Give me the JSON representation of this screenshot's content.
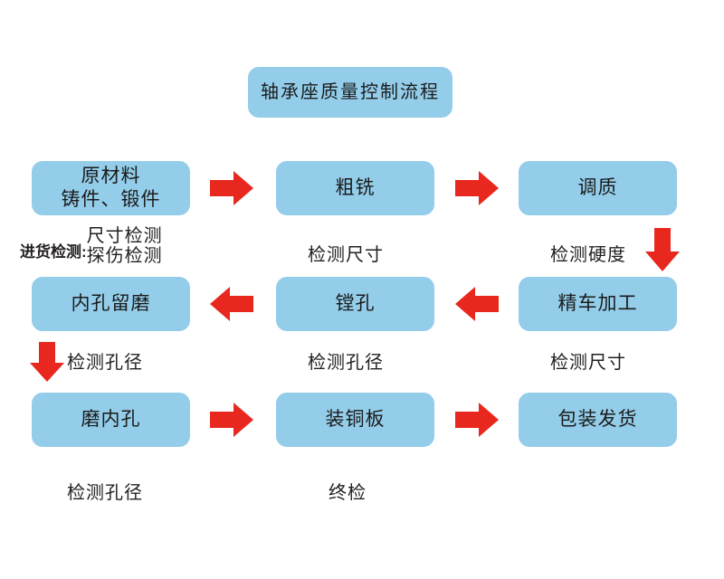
{
  "diagram": {
    "title": "轴承座质量控制流程",
    "accent_box_color": "#93cde9",
    "accent_arrow_color": "#e8281e",
    "background_color": "#ffffff",
    "text_color": "#231f20",
    "rows": [
      {
        "row_index": 1,
        "direction": "left-to-right",
        "nodes": [
          {
            "label": "原材料\n铸件、锻件",
            "caption_prefix": "进货检测:",
            "caption_lines": [
              "尺寸检测",
              "探伤检测"
            ]
          },
          {
            "label": "粗铣",
            "caption_prefix": "",
            "caption_lines": [
              "检测尺寸"
            ]
          },
          {
            "label": "调质",
            "caption_prefix": "",
            "caption_lines": [
              "检测硬度"
            ]
          }
        ]
      },
      {
        "row_index": 2,
        "direction": "right-to-left",
        "nodes": [
          {
            "label": "内孔留磨",
            "caption_prefix": "",
            "caption_lines": [
              "检测孔径"
            ]
          },
          {
            "label": "镗孔",
            "caption_prefix": "",
            "caption_lines": [
              "检测孔径"
            ]
          },
          {
            "label": "精车加工",
            "caption_prefix": "",
            "caption_lines": [
              "检测尺寸"
            ]
          }
        ]
      },
      {
        "row_index": 3,
        "direction": "left-to-right",
        "nodes": [
          {
            "label": "磨内孔",
            "caption_prefix": "",
            "caption_lines": [
              "检测孔径"
            ]
          },
          {
            "label": "装铜板",
            "caption_prefix": "",
            "caption_lines": [
              "终检"
            ]
          },
          {
            "label": "包装发货",
            "caption_prefix": "",
            "caption_lines": []
          }
        ]
      }
    ],
    "arrows": [
      {
        "name": "arrow-raw-to-rough-mill",
        "direction": "right"
      },
      {
        "name": "arrow-rough-mill-to-quench-temper",
        "direction": "right"
      },
      {
        "name": "arrow-quench-temper-to-finish-turning",
        "direction": "down"
      },
      {
        "name": "arrow-finish-turning-to-boring",
        "direction": "left"
      },
      {
        "name": "arrow-boring-to-bore-reserve-grind",
        "direction": "left"
      },
      {
        "name": "arrow-bore-reserve-grind-to-grind-bore",
        "direction": "down"
      },
      {
        "name": "arrow-grind-bore-to-copper-plate",
        "direction": "right"
      },
      {
        "name": "arrow-copper-plate-to-packing-shipping",
        "direction": "right"
      }
    ]
  }
}
